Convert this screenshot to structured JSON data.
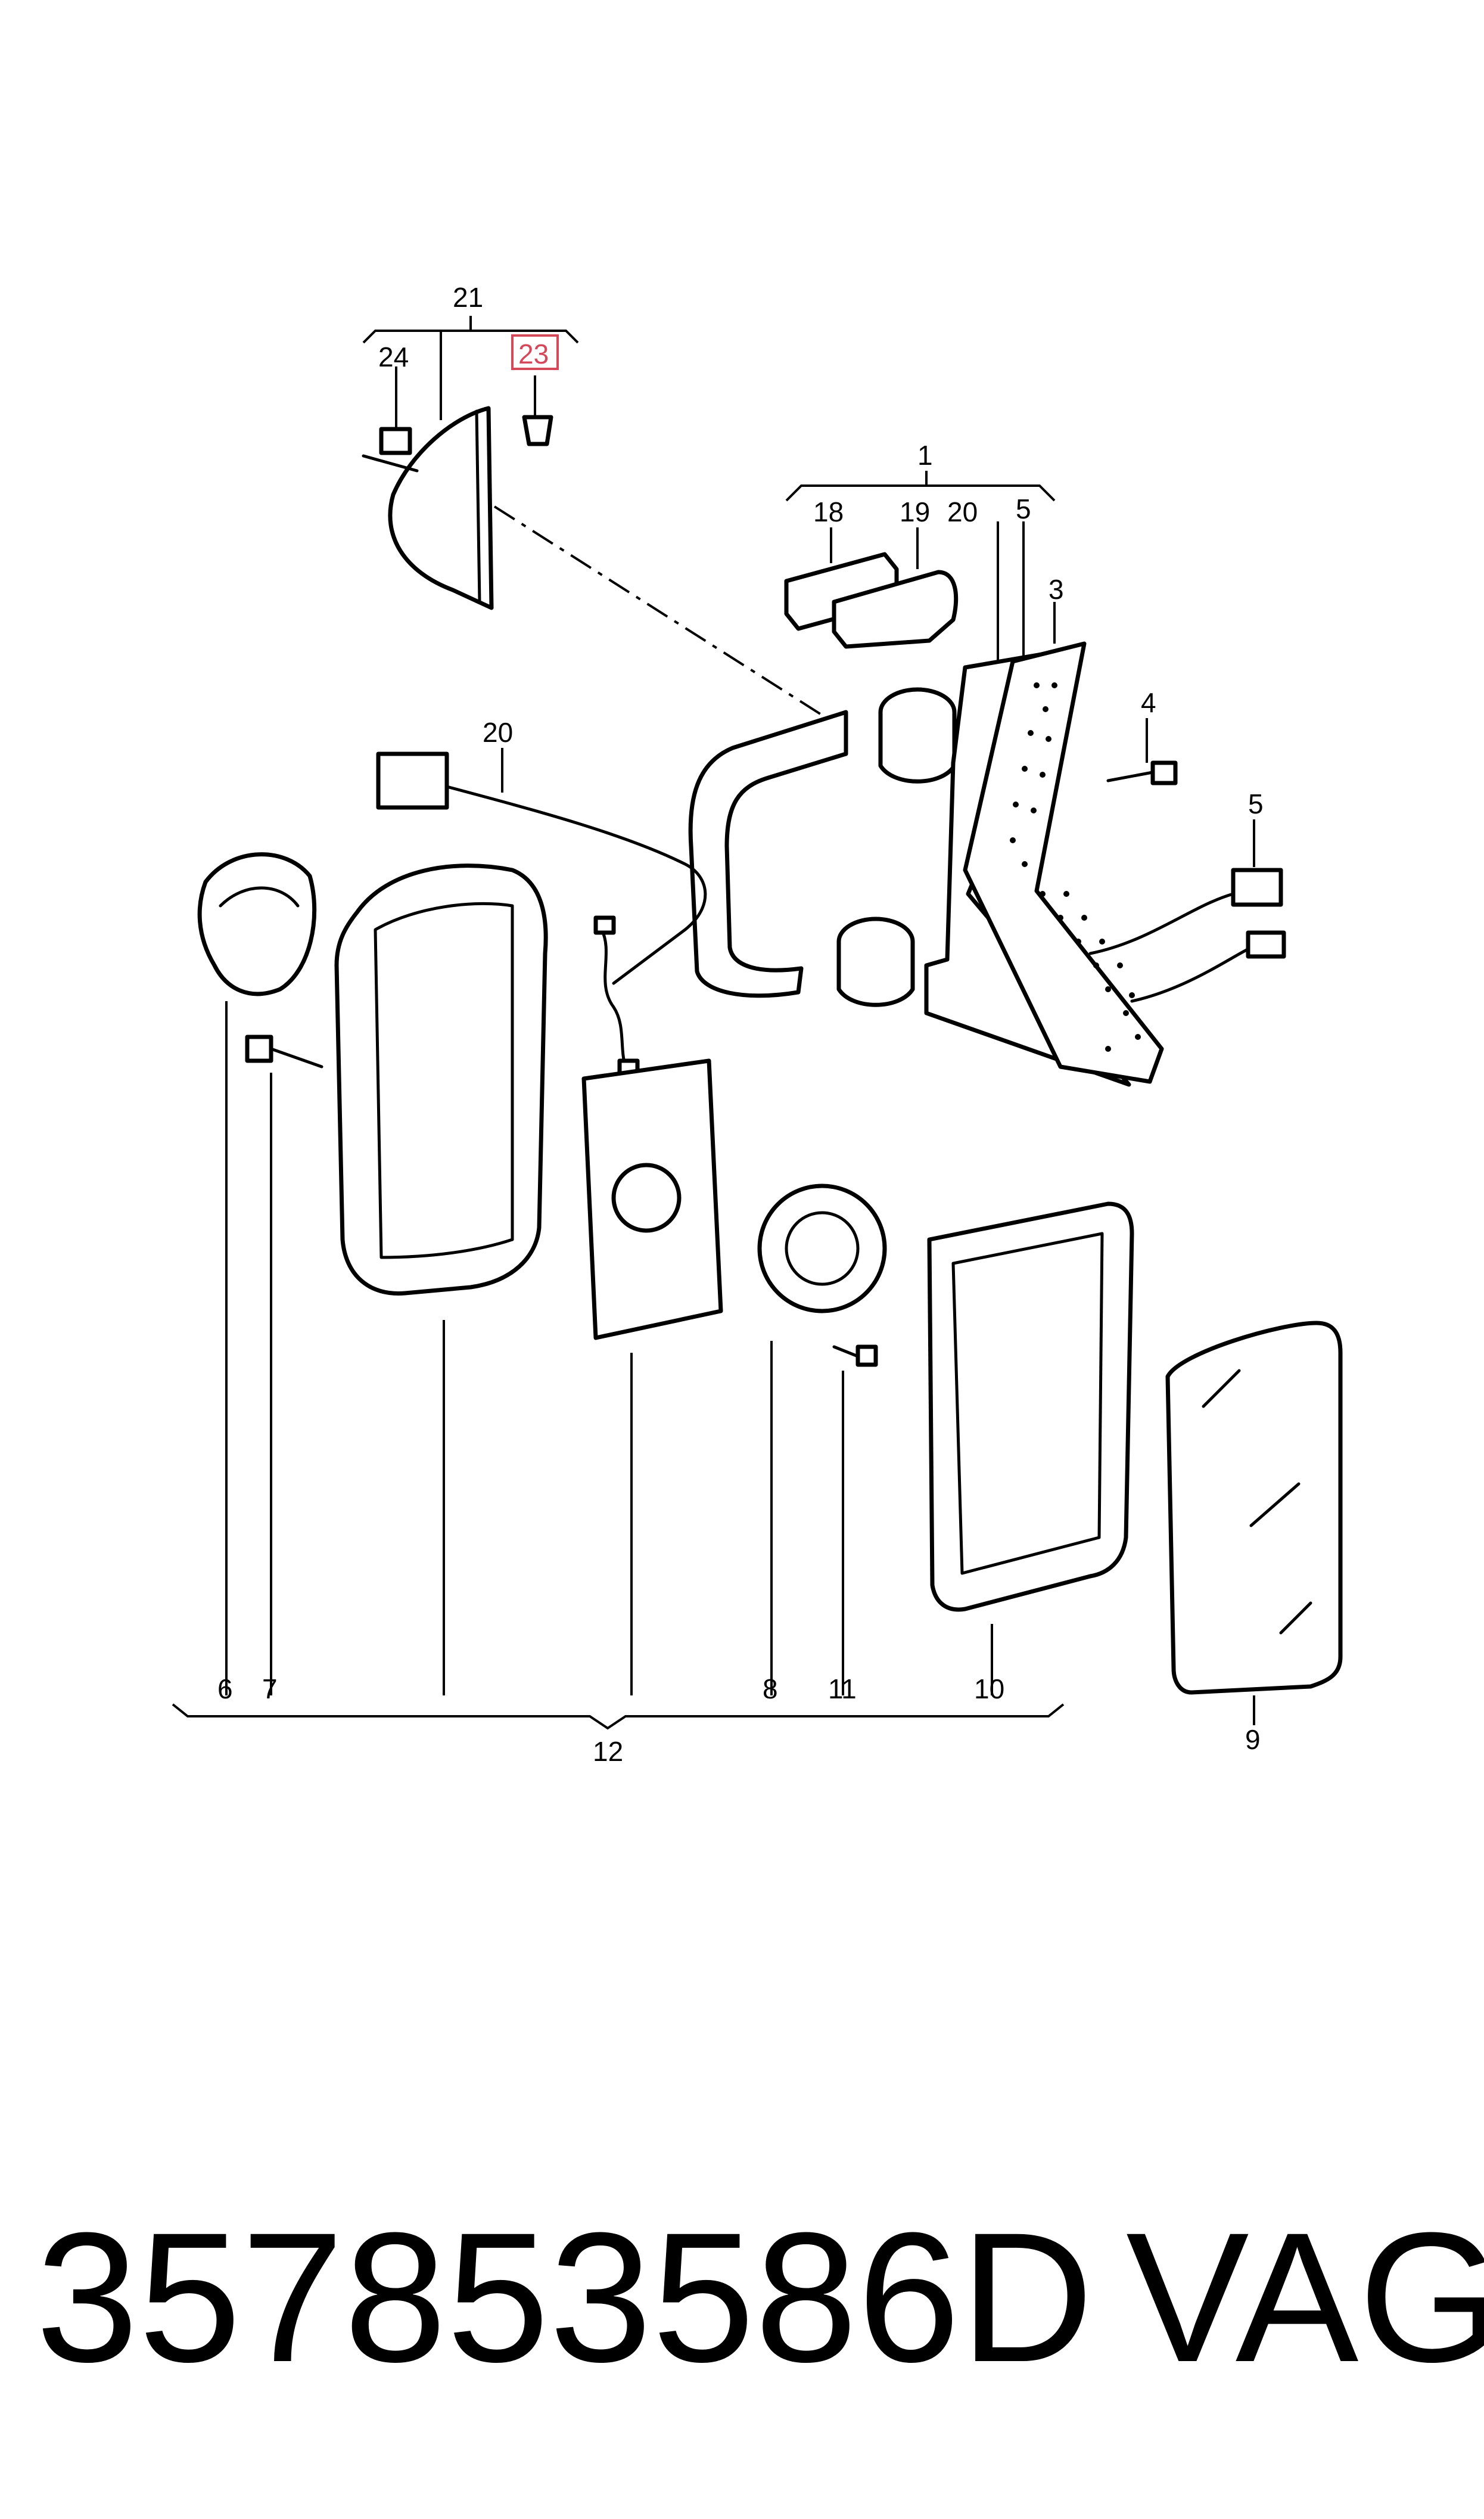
{
  "callouts": {
    "c1": "1",
    "c3": "3",
    "c4": "4",
    "c5a": "5",
    "c5b": "5",
    "c6": "6",
    "c7": "7",
    "c8": "8",
    "c9": "9",
    "c10": "10",
    "c11": "11",
    "c12": "12",
    "c18": "18",
    "c19": "19",
    "c20a": "20",
    "c20b": "20",
    "c21": "21",
    "c23": "23",
    "c24": "24"
  },
  "colors": {
    "highlight": "#d4485a",
    "line": "#000000"
  },
  "footer": {
    "part_number": "357853586D",
    "brand": "VAG"
  }
}
